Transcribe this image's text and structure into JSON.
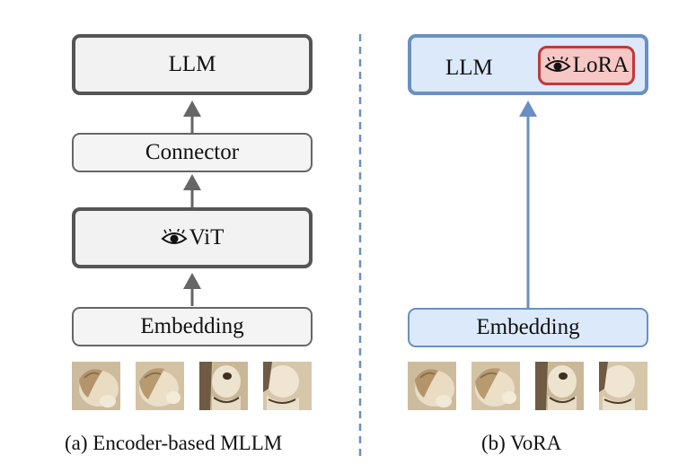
{
  "left": {
    "llm_label": "LLM",
    "connector_label": "Connector",
    "vit_label": "ViT",
    "embedding_label": "Embedding",
    "caption": "(a) Encoder-based MLLM"
  },
  "right": {
    "llm_label": "LLM",
    "lora_label": "LoRA",
    "embedding_label": "Embedding",
    "caption": "(b) VoRA"
  },
  "colors": {
    "gray_border": "#555555",
    "gray_fill": "#f2f2f2",
    "blue_border": "#6b8fc2",
    "blue_fill": "#dbe9fa",
    "lora_border": "#c0393b",
    "lora_fill": "#f5c7c5",
    "divider": "#6b8fc2"
  },
  "icons": {
    "vit": "eye-icon",
    "lora": "eye-icon",
    "patches": "dog-image-patch"
  }
}
